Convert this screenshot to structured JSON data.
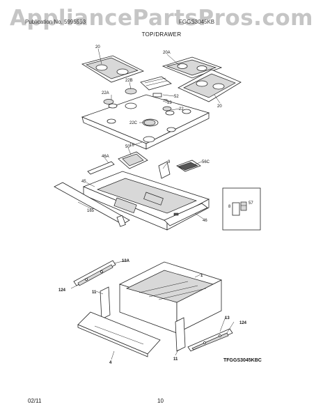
{
  "watermark": "AppliancePartsPros.com",
  "header": {
    "left": "Publication No. 5995593",
    "right": "FGGS3045KB",
    "section_title": "TOP/DRAWER"
  },
  "callouts_top": [
    "20",
    "20A",
    "20",
    "22B",
    "52",
    "53",
    "22A",
    "22",
    "22C",
    "16",
    "50",
    "46A",
    "9",
    "56C",
    "45",
    "165",
    "46",
    "8",
    "57"
  ],
  "callouts_drawer": [
    "13A",
    "1",
    "124",
    "11",
    "13",
    "124",
    "4",
    "11"
  ],
  "figure_code": "TFGGS3045KBC",
  "footer": {
    "date": "02/11",
    "page": "10"
  }
}
